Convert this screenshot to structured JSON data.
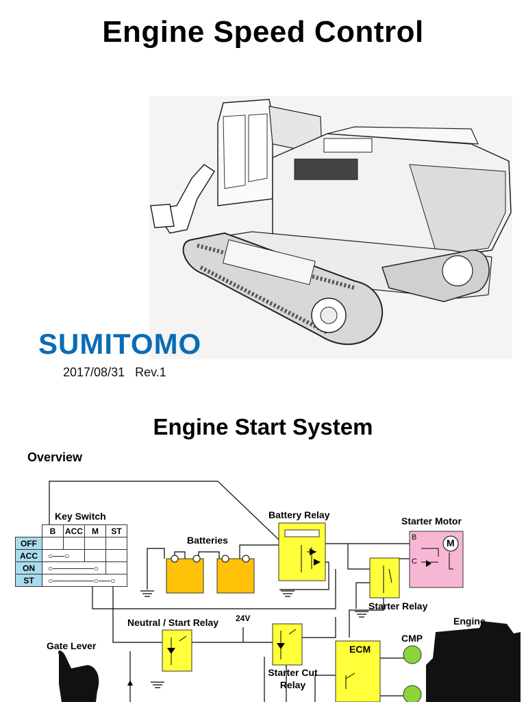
{
  "page": {
    "title": "Engine Speed Control",
    "brand": "SUMITOMO",
    "date": "2017/08/31",
    "revision": "Rev.1",
    "section_title": "Engine Start System",
    "overview_label": "Overview"
  },
  "diagram": {
    "key_switch": {
      "label": "Key Switch",
      "columns": [
        "B",
        "ACC",
        "M",
        "ST"
      ],
      "rows": [
        "OFF",
        "ACC",
        "ON",
        "ST"
      ]
    },
    "batteries_label": "Batteries",
    "battery_relay_label": "Battery Relay",
    "starter_motor_label": "Starter Motor",
    "starter_motor_symbol": "M",
    "starter_motor_terminal_b": "B",
    "starter_motor_terminal_c": "C",
    "starter_relay_label": "Starter Relay",
    "neutral_start_relay_label": "Neutral / Start Relay",
    "voltage_label": "24V",
    "starter_cut_relay_label": "Starter Cut\nRelay",
    "ecm_label": "ECM",
    "cmp_label": "CMP",
    "engine_label": "Engine",
    "gate_lever_label": "Gate Lever"
  },
  "colors": {
    "relay_yellow": "#ffff3a",
    "battery_orange": "#ffc107",
    "starter_pink": "#f7b7d4",
    "sensor_green": "#8bd53a",
    "brand_blue": "#0b6bb5",
    "table_header": "#a9dcec"
  }
}
